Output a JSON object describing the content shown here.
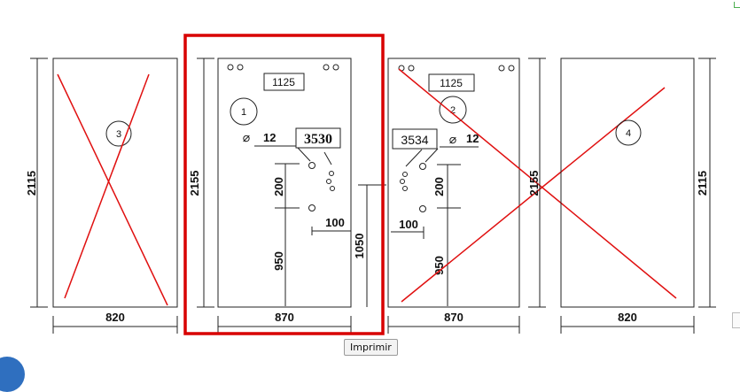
{
  "panels": [
    {
      "id": "p1",
      "width_label": "820",
      "height_label": "2115",
      "number": "3",
      "crossed": true
    },
    {
      "id": "p2",
      "width_label": "870",
      "height_label": "2155",
      "number": "1",
      "crossed": false,
      "selected": true,
      "top_dim": "1125",
      "hole_diameter": "12",
      "lock_dim": "3530",
      "dim_a": "200",
      "dim_b": "100",
      "dim_c": "950",
      "side_dim": "1050"
    },
    {
      "id": "p3",
      "width_label": "870",
      "height_label": "2155",
      "number": "2",
      "crossed": true,
      "top_dim": "1125",
      "hole_diameter": "12",
      "lock_dim": "3534",
      "dim_a": "200",
      "dim_b": "100",
      "dim_c": "950"
    },
    {
      "id": "p4",
      "width_label": "820",
      "height_label": "2115",
      "number": "4",
      "crossed": true
    }
  ],
  "diameter_symbol": "⌀",
  "print_button": {
    "label": "Imprimir"
  },
  "colors": {
    "cross": "#e01010",
    "selection": "#d80000",
    "line": "#222222",
    "accent_dot": "#2f6fbf"
  }
}
